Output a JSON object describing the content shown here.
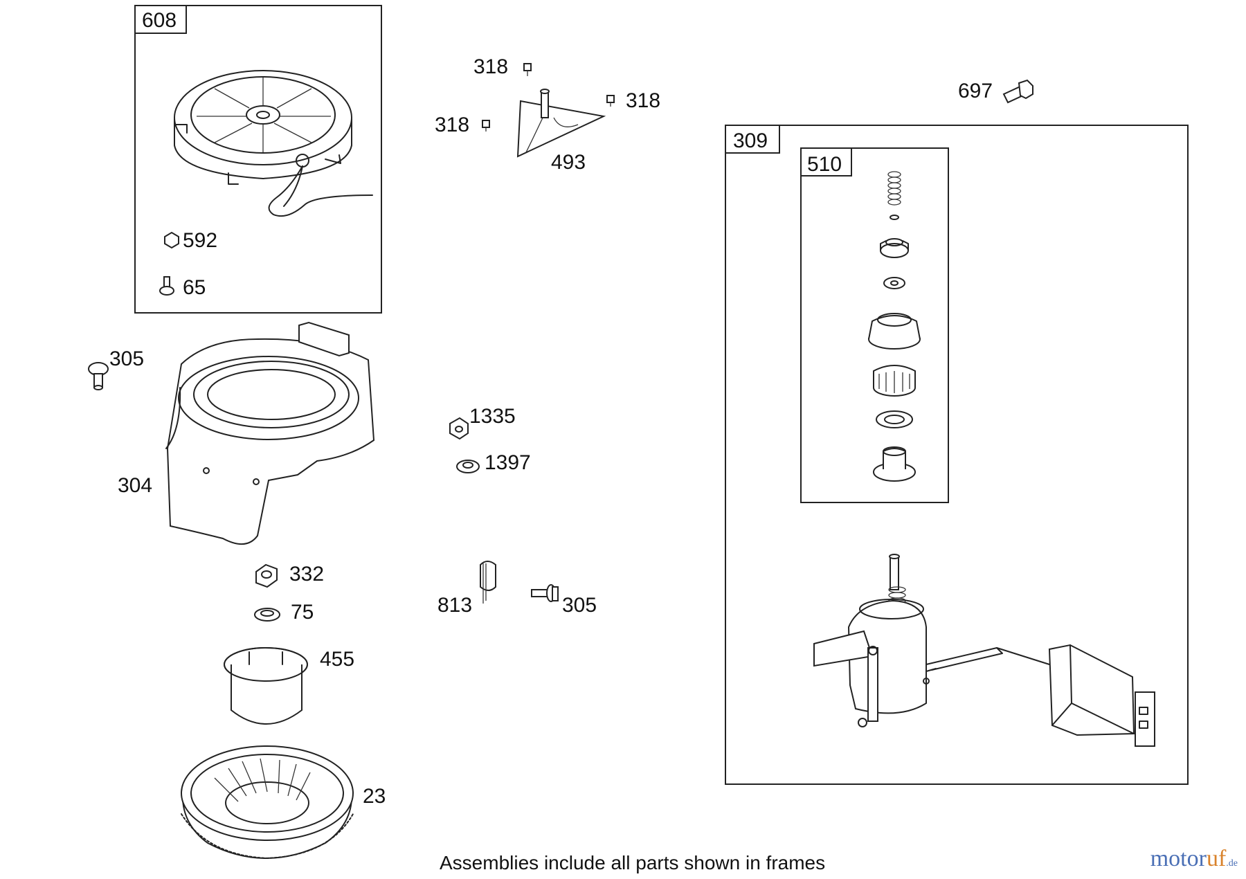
{
  "frames": {
    "f608": "608",
    "f309": "309",
    "f510": "510"
  },
  "parts": {
    "p592": "592",
    "p65": "65",
    "p318a": "318",
    "p318b": "318",
    "p318c": "318",
    "p493": "493",
    "p697": "697",
    "p305a": "305",
    "p304": "304",
    "p1335": "1335",
    "p1397": "1397",
    "p332": "332",
    "p75": "75",
    "p813": "813",
    "p305b": "305",
    "p455": "455",
    "p23": "23"
  },
  "footer": "Assemblies include all parts shown in frames",
  "watermark": {
    "main": "motor",
    "accent": "uf",
    "suffix": ".de"
  }
}
